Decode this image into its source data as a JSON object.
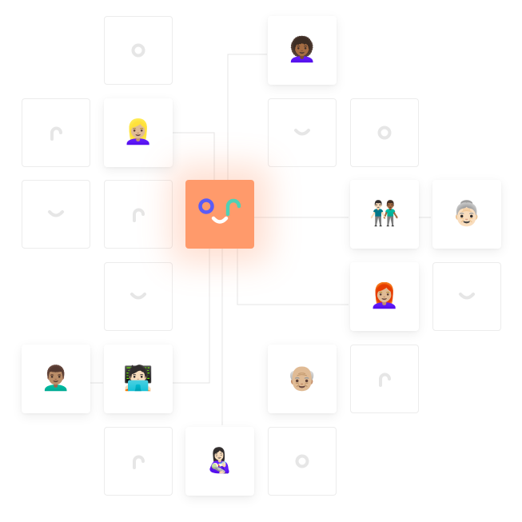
{
  "colors": {
    "center_fill": "#ff9a6b",
    "logo_blue": "#5b5cf6",
    "logo_teal": "#4fd1b5",
    "logo_white": "#ffffff",
    "placeholder_glyph": "#e6e6e6",
    "tile_border": "#ececec",
    "connector": "#e4e4e4"
  },
  "center": {
    "icon": "smiley-logo-icon"
  },
  "tiles": [
    {
      "col": 1,
      "row": 0,
      "kind": "empty",
      "glyph": "ring-icon"
    },
    {
      "col": 3,
      "row": 0,
      "kind": "person",
      "emoji": "👩🏾‍🦱",
      "icon": "woman-curly-hair-emoji"
    },
    {
      "col": 0,
      "row": 1,
      "kind": "empty",
      "glyph": "arch-icon"
    },
    {
      "col": 1,
      "row": 1,
      "kind": "person",
      "emoji": "👱🏼‍♀️",
      "icon": "blonde-woman-emoji"
    },
    {
      "col": 3,
      "row": 1,
      "kind": "empty",
      "glyph": "smile-arc-icon"
    },
    {
      "col": 4,
      "row": 1,
      "kind": "empty",
      "glyph": "ring-icon"
    },
    {
      "col": 0,
      "row": 2,
      "kind": "empty",
      "glyph": "smile-arc-icon"
    },
    {
      "col": 1,
      "row": 2,
      "kind": "empty",
      "glyph": "arch-icon"
    },
    {
      "col": 4,
      "row": 2,
      "kind": "person",
      "emoji": "👨🏻‍🤝‍👨🏾",
      "icon": "two-men-holding-hands-emoji"
    },
    {
      "col": 5,
      "row": 2,
      "kind": "person",
      "emoji": "👵🏻",
      "icon": "old-woman-emoji"
    },
    {
      "col": 1,
      "row": 3,
      "kind": "empty",
      "glyph": "smile-arc-icon"
    },
    {
      "col": 4,
      "row": 3,
      "kind": "person",
      "emoji": "👩🏼‍🦰",
      "icon": "red-hair-woman-emoji"
    },
    {
      "col": 5,
      "row": 3,
      "kind": "empty",
      "glyph": "smile-arc-icon"
    },
    {
      "col": 0,
      "row": 4,
      "kind": "person",
      "emoji": "👨🏽‍🦱",
      "icon": "man-curly-hair-emoji"
    },
    {
      "col": 1,
      "row": 4,
      "kind": "person",
      "emoji": "🧑🏻‍💻",
      "icon": "technologist-emoji"
    },
    {
      "col": 3,
      "row": 4,
      "kind": "person",
      "emoji": "👴🏼",
      "icon": "old-man-emoji"
    },
    {
      "col": 4,
      "row": 4,
      "kind": "empty",
      "glyph": "arch-icon"
    },
    {
      "col": 1,
      "row": 5,
      "kind": "empty",
      "glyph": "arch-icon"
    },
    {
      "col": 2,
      "row": 5,
      "kind": "person",
      "emoji": "👩🏻‍🍼",
      "icon": "woman-feeding-baby-emoji"
    },
    {
      "col": 3,
      "row": 5,
      "kind": "empty",
      "glyph": "ring-icon"
    }
  ]
}
